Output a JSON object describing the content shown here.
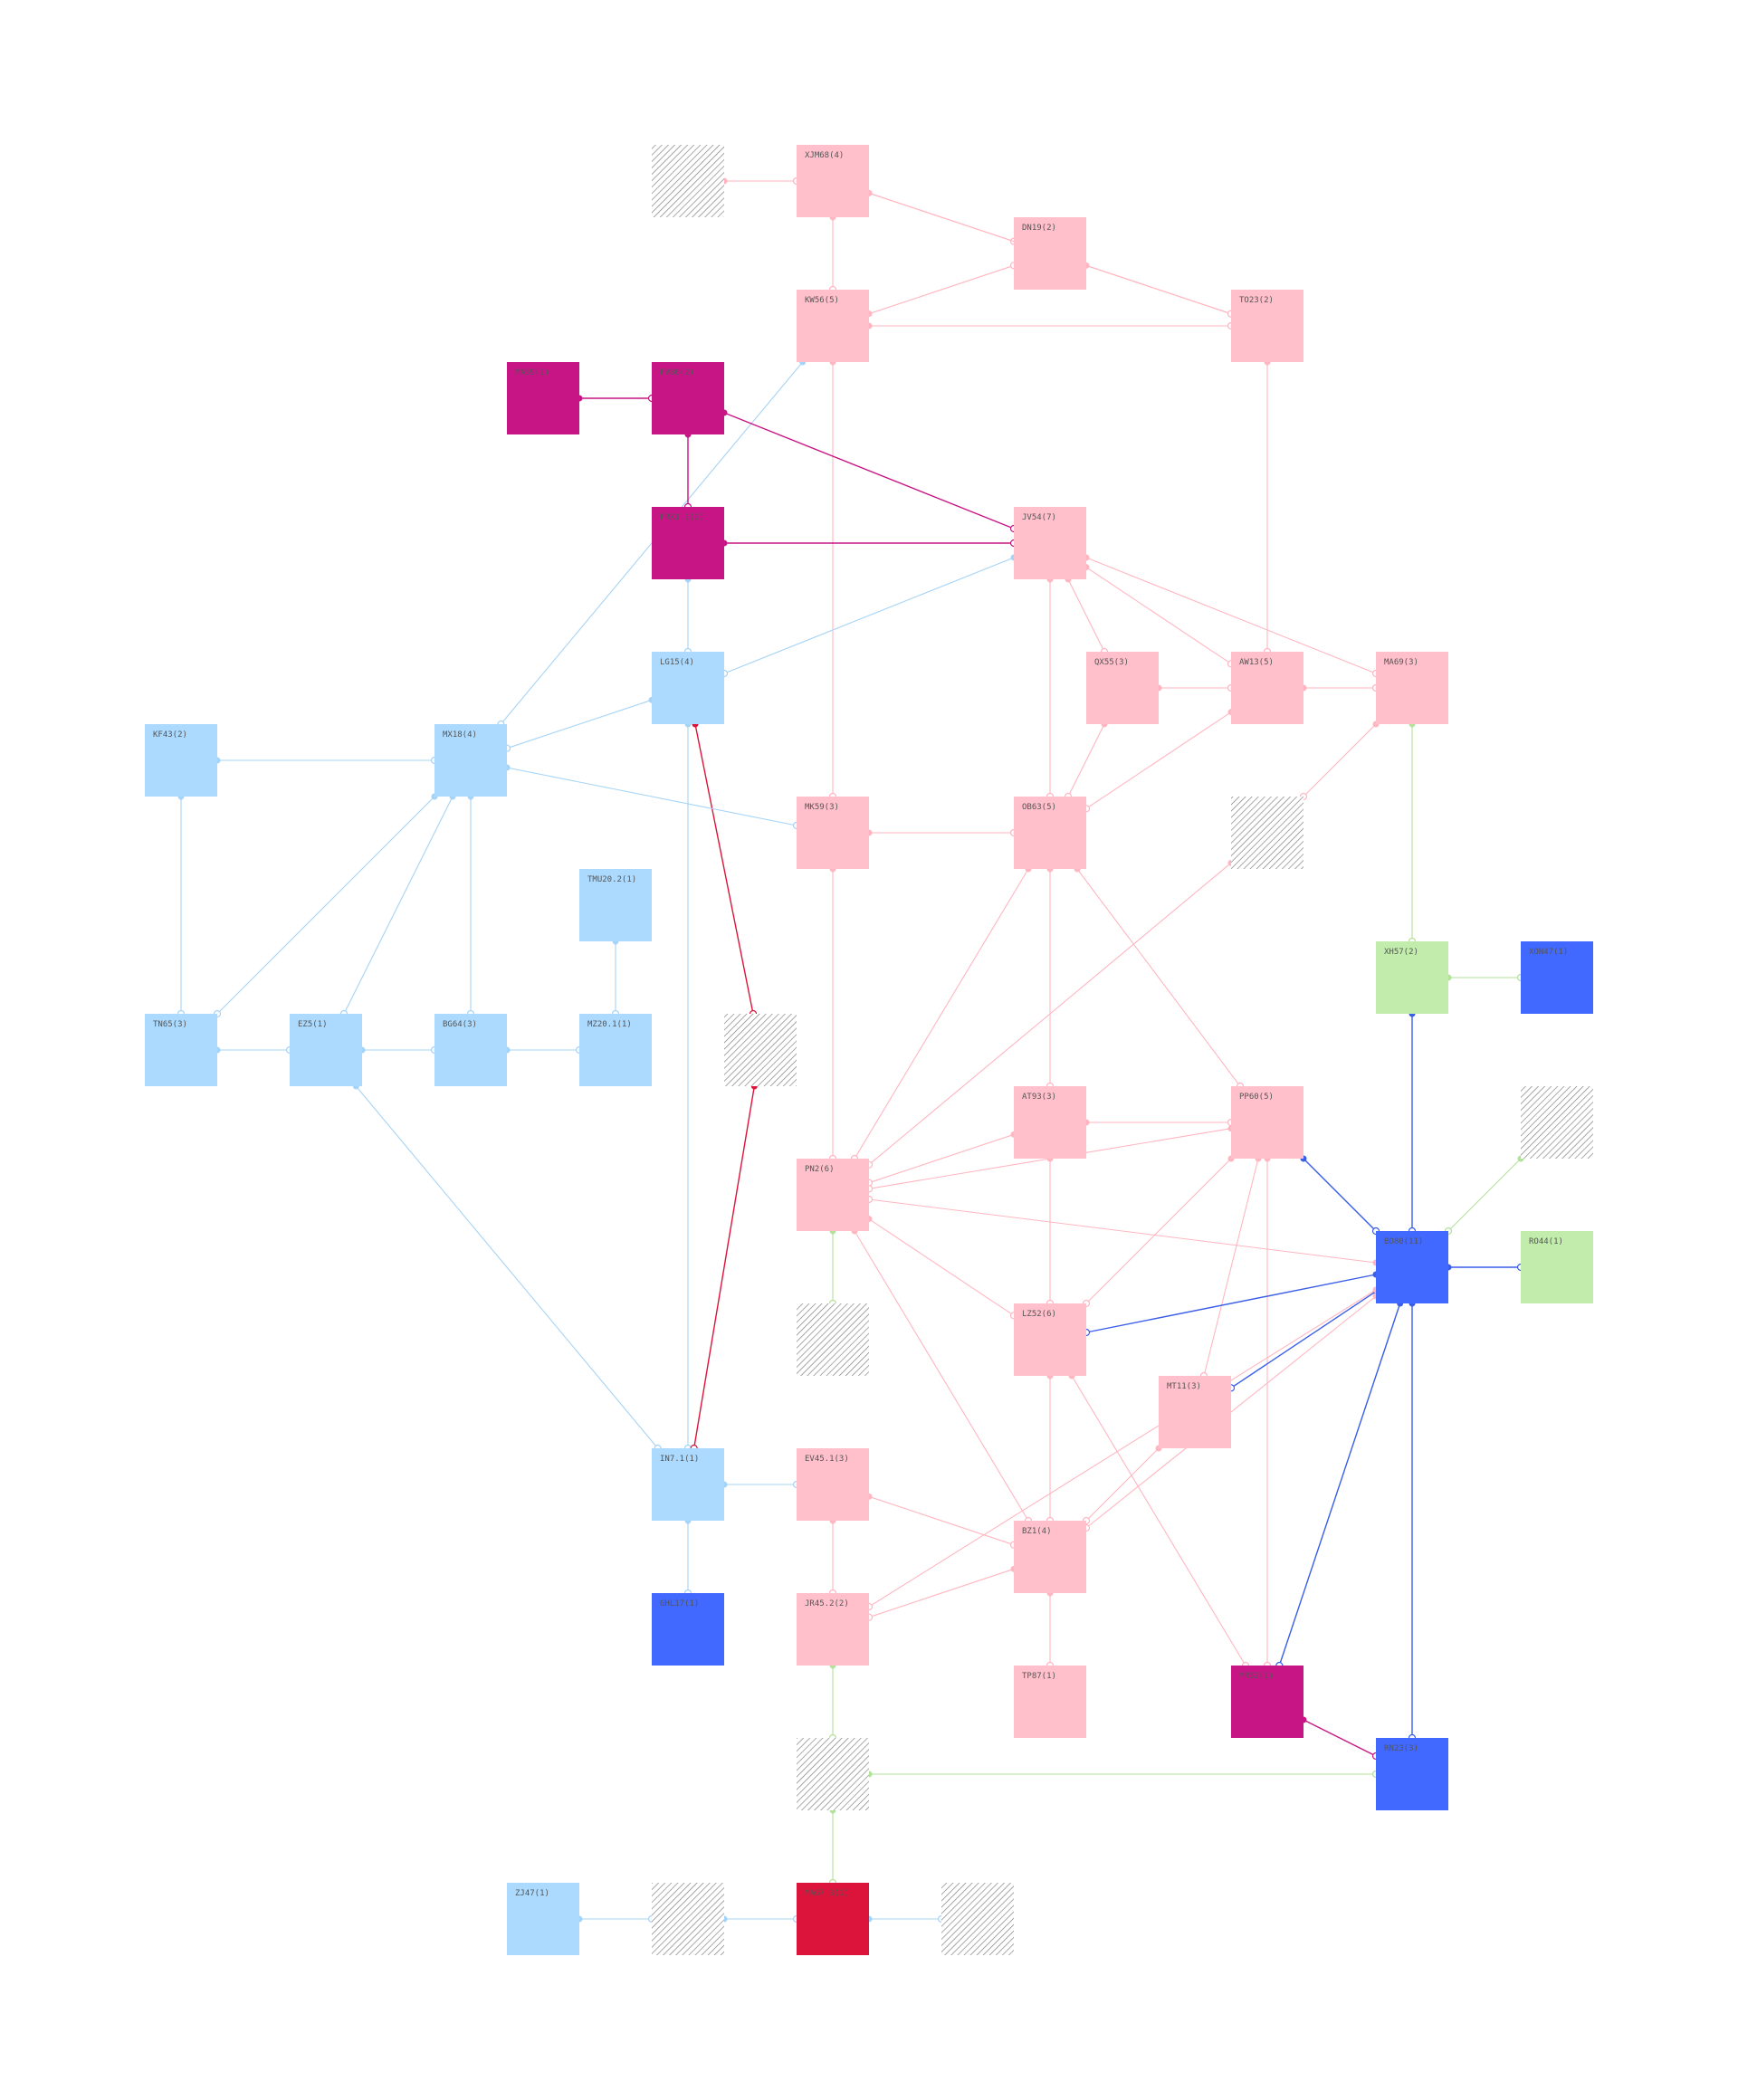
{
  "colors": {
    "pink": "#ffc0cb",
    "pink_edge": "#ffb6c1",
    "blue_light": "#acdaff",
    "blue_light_edge": "#a6d4f6",
    "magenta": "#c71585",
    "royal": "#4169ff",
    "royal_edge": "#3a5ee8",
    "green": "#c1ecac",
    "green_edge": "#b2e39a",
    "red": "#dc143c",
    "hatch": "#888888"
  },
  "nodes": [
    {
      "id": "hatch_a",
      "label": "",
      "type": "hatched"
    },
    {
      "id": "XJM68",
      "label": "XJM68(4)",
      "type": "pink"
    },
    {
      "id": "DN19",
      "label": "DN19(2)",
      "type": "pink"
    },
    {
      "id": "KW56",
      "label": "KW56(5)",
      "type": "pink"
    },
    {
      "id": "TO23",
      "label": "TO23(2)",
      "type": "pink"
    },
    {
      "id": "MA59",
      "label": "MA59(1)",
      "type": "magenta"
    },
    {
      "id": "FV80",
      "label": "FV80(2)",
      "type": "magenta"
    },
    {
      "id": "FRX1",
      "label": "FRX1.1(1)",
      "type": "magenta"
    },
    {
      "id": "JV54",
      "label": "JV54(7)",
      "type": "pink"
    },
    {
      "id": "LG15",
      "label": "LG15(4)",
      "type": "blue_light"
    },
    {
      "id": "QX55",
      "label": "QX55(3)",
      "type": "pink"
    },
    {
      "id": "AW13",
      "label": "AW13(5)",
      "type": "pink"
    },
    {
      "id": "MA69",
      "label": "MA69(3)",
      "type": "pink"
    },
    {
      "id": "KF43",
      "label": "KF43(2)",
      "type": "blue_light"
    },
    {
      "id": "MX18",
      "label": "MX18(4)",
      "type": "blue_light"
    },
    {
      "id": "MK59",
      "label": "MK59(3)",
      "type": "pink"
    },
    {
      "id": "OB63",
      "label": "OB63(5)",
      "type": "pink"
    },
    {
      "id": "hatch_b",
      "label": "",
      "type": "hatched"
    },
    {
      "id": "TMU20",
      "label": "TMU20.2(1)",
      "type": "blue_light"
    },
    {
      "id": "XH57",
      "label": "XH57(2)",
      "type": "green"
    },
    {
      "id": "XON47",
      "label": "XON47(1)",
      "type": "royal"
    },
    {
      "id": "TN65",
      "label": "TN65(3)",
      "type": "blue_light"
    },
    {
      "id": "EZ5",
      "label": "EZ5(1)",
      "type": "blue_light"
    },
    {
      "id": "BG64",
      "label": "BG64(3)",
      "type": "blue_light"
    },
    {
      "id": "MZ20",
      "label": "MZ20.1(1)",
      "type": "blue_light"
    },
    {
      "id": "hatch_c",
      "label": "",
      "type": "hatched"
    },
    {
      "id": "AT93",
      "label": "AT93(3)",
      "type": "pink"
    },
    {
      "id": "PP60",
      "label": "PP60(5)",
      "type": "pink"
    },
    {
      "id": "hatch_d",
      "label": "",
      "type": "hatched"
    },
    {
      "id": "PN2",
      "label": "PN2(6)",
      "type": "pink"
    },
    {
      "id": "BO80",
      "label": "BO80(11)",
      "type": "royal"
    },
    {
      "id": "RO44",
      "label": "RO44(1)",
      "type": "green"
    },
    {
      "id": "hatch_e",
      "label": "",
      "type": "hatched"
    },
    {
      "id": "LZ52",
      "label": "LZ52(6)",
      "type": "pink"
    },
    {
      "id": "MT11",
      "label": "MT11(3)",
      "type": "pink"
    },
    {
      "id": "IN7",
      "label": "IN7.1(1)",
      "type": "blue_light"
    },
    {
      "id": "EV45",
      "label": "EV45.1(3)",
      "type": "pink"
    },
    {
      "id": "BZ1",
      "label": "BZ1(4)",
      "type": "pink"
    },
    {
      "id": "GHL17",
      "label": "GHL17(1)",
      "type": "royal"
    },
    {
      "id": "JR45",
      "label": "JR45.2(2)",
      "type": "pink"
    },
    {
      "id": "TP87",
      "label": "TP87(1)",
      "type": "pink"
    },
    {
      "id": "MR52",
      "label": "MR52(1)",
      "type": "magenta"
    },
    {
      "id": "hatch_f",
      "label": "",
      "type": "hatched"
    },
    {
      "id": "RN23",
      "label": "RN23(3)",
      "type": "royal"
    },
    {
      "id": "ZJ47",
      "label": "ZJ47(1)",
      "type": "blue_light"
    },
    {
      "id": "hatch_g",
      "label": "",
      "type": "hatched"
    },
    {
      "id": "MAG7",
      "label": "MAG7.3(1)",
      "type": "red"
    },
    {
      "id": "hatch_h",
      "label": "",
      "type": "hatched"
    }
  ],
  "edges": [
    {
      "from": "hatch_a",
      "to": "XJM68",
      "color": "pink"
    },
    {
      "from": "XJM68",
      "to": "DN19",
      "color": "pink"
    },
    {
      "from": "XJM68",
      "to": "KW56",
      "color": "pink"
    },
    {
      "from": "XJM68",
      "to": "TO23",
      "color": "pink"
    },
    {
      "from": "KW56",
      "to": "DN19",
      "color": "pink"
    },
    {
      "from": "DN19",
      "to": "TO23",
      "color": "pink"
    },
    {
      "from": "KW56",
      "to": "TO23",
      "color": "pink"
    },
    {
      "from": "KW56",
      "to": "MK59",
      "color": "pink"
    },
    {
      "from": "TO23",
      "to": "AW13",
      "color": "pink"
    },
    {
      "from": "KW56",
      "to": "MX18",
      "color": "blue_light"
    },
    {
      "from": "MA59",
      "to": "FV80",
      "color": "magenta"
    },
    {
      "from": "FV80",
      "to": "FRX1",
      "color": "magenta"
    },
    {
      "from": "FV80",
      "to": "JV54",
      "color": "magenta"
    },
    {
      "from": "FRX1",
      "to": "JV54",
      "color": "magenta"
    },
    {
      "from": "FRX1",
      "to": "LG15",
      "color": "blue_light"
    },
    {
      "from": "JV54",
      "to": "LG15",
      "color": "blue_light"
    },
    {
      "from": "JV54",
      "to": "QX55",
      "color": "pink"
    },
    {
      "from": "JV54",
      "to": "AW13",
      "color": "pink"
    },
    {
      "from": "JV54",
      "to": "MA69",
      "color": "pink"
    },
    {
      "from": "JV54",
      "to": "OB63",
      "color": "pink"
    },
    {
      "from": "QX55",
      "to": "AW13",
      "color": "pink"
    },
    {
      "from": "AW13",
      "to": "MA69",
      "color": "pink"
    },
    {
      "from": "QX55",
      "to": "OB63",
      "color": "pink"
    },
    {
      "from": "AW13",
      "to": "OB63",
      "color": "pink"
    },
    {
      "from": "MA69",
      "to": "hatch_b",
      "color": "pink"
    },
    {
      "from": "MA69",
      "to": "XH57",
      "color": "green"
    },
    {
      "from": "LG15",
      "to": "MX18",
      "color": "blue_light"
    },
    {
      "from": "LG15",
      "to": "IN7",
      "color": "blue_light"
    },
    {
      "from": "LG15",
      "to": "hatch_c",
      "color": "red"
    },
    {
      "from": "hatch_c",
      "to": "IN7",
      "color": "red"
    },
    {
      "from": "KF43",
      "to": "MX18",
      "color": "blue_light"
    },
    {
      "from": "KF43",
      "to": "TN65",
      "color": "blue_light"
    },
    {
      "from": "MX18",
      "to": "MK59",
      "color": "blue_light"
    },
    {
      "from": "MX18",
      "to": "TN65",
      "color": "blue_light"
    },
    {
      "from": "MX18",
      "to": "EZ5",
      "color": "blue_light"
    },
    {
      "from": "MX18",
      "to": "BG64",
      "color": "blue_light"
    },
    {
      "from": "MK59",
      "to": "OB63",
      "color": "pink"
    },
    {
      "from": "MK59",
      "to": "PN2",
      "color": "pink"
    },
    {
      "from": "OB63",
      "to": "PN2",
      "color": "pink"
    },
    {
      "from": "OB63",
      "to": "AT93",
      "color": "pink"
    },
    {
      "from": "OB63",
      "to": "PP60",
      "color": "pink"
    },
    {
      "from": "hatch_b",
      "to": "PN2",
      "color": "pink"
    },
    {
      "from": "TMU20",
      "to": "MZ20",
      "color": "blue_light"
    },
    {
      "from": "XH57",
      "to": "XON47",
      "color": "green"
    },
    {
      "from": "XH57",
      "to": "BO80",
      "color": "royal"
    },
    {
      "from": "TN65",
      "to": "EZ5",
      "color": "blue_light"
    },
    {
      "from": "EZ5",
      "to": "BG64",
      "color": "blue_light"
    },
    {
      "from": "BG64",
      "to": "MZ20",
      "color": "blue_light"
    },
    {
      "from": "EZ5",
      "to": "IN7",
      "color": "blue_light"
    },
    {
      "from": "AT93",
      "to": "PP60",
      "color": "pink"
    },
    {
      "from": "AT93",
      "to": "PN2",
      "color": "pink"
    },
    {
      "from": "AT93",
      "to": "LZ52",
      "color": "pink"
    },
    {
      "from": "PP60",
      "to": "PN2",
      "color": "pink"
    },
    {
      "from": "PP60",
      "to": "BO80",
      "color": "royal"
    },
    {
      "from": "PP60",
      "to": "LZ52",
      "color": "pink"
    },
    {
      "from": "PP60",
      "to": "MT11",
      "color": "pink"
    },
    {
      "from": "PP60",
      "to": "MR52",
      "color": "pink"
    },
    {
      "from": "hatch_d",
      "to": "BO80",
      "color": "green"
    },
    {
      "from": "BO80",
      "to": "RO44",
      "color": "royal"
    },
    {
      "from": "BO80",
      "to": "PN2",
      "color": "pink"
    },
    {
      "from": "BO80",
      "to": "LZ52",
      "color": "royal"
    },
    {
      "from": "BO80",
      "to": "MT11",
      "color": "royal"
    },
    {
      "from": "BO80",
      "to": "BZ1",
      "color": "pink"
    },
    {
      "from": "BO80",
      "to": "JR45",
      "color": "pink"
    },
    {
      "from": "BO80",
      "to": "MR52",
      "color": "royal"
    },
    {
      "from": "BO80",
      "to": "RN23",
      "color": "royal"
    },
    {
      "from": "PN2",
      "to": "LZ52",
      "color": "pink"
    },
    {
      "from": "PN2",
      "to": "BZ1",
      "color": "pink"
    },
    {
      "from": "PN2",
      "to": "hatch_e",
      "color": "green"
    },
    {
      "from": "LZ52",
      "to": "BZ1",
      "color": "pink"
    },
    {
      "from": "LZ52",
      "to": "MR52",
      "color": "pink"
    },
    {
      "from": "MT11",
      "to": "BZ1",
      "color": "pink"
    },
    {
      "from": "IN7",
      "to": "EV45",
      "color": "blue_light"
    },
    {
      "from": "IN7",
      "to": "GHL17",
      "color": "blue_light"
    },
    {
      "from": "EV45",
      "to": "BZ1",
      "color": "pink"
    },
    {
      "from": "EV45",
      "to": "JR45",
      "color": "pink"
    },
    {
      "from": "BZ1",
      "to": "JR45",
      "color": "pink"
    },
    {
      "from": "BZ1",
      "to": "TP87",
      "color": "pink"
    },
    {
      "from": "JR45",
      "to": "hatch_f",
      "color": "green"
    },
    {
      "from": "MR52",
      "to": "RN23",
      "color": "magenta"
    },
    {
      "from": "hatch_f",
      "to": "RN23",
      "color": "green"
    },
    {
      "from": "hatch_f",
      "to": "MAG7",
      "color": "green"
    },
    {
      "from": "ZJ47",
      "to": "hatch_g",
      "color": "blue_light"
    },
    {
      "from": "hatch_g",
      "to": "MAG7",
      "color": "blue_light"
    },
    {
      "from": "MAG7",
      "to": "hatch_h",
      "color": "blue_light"
    }
  ]
}
